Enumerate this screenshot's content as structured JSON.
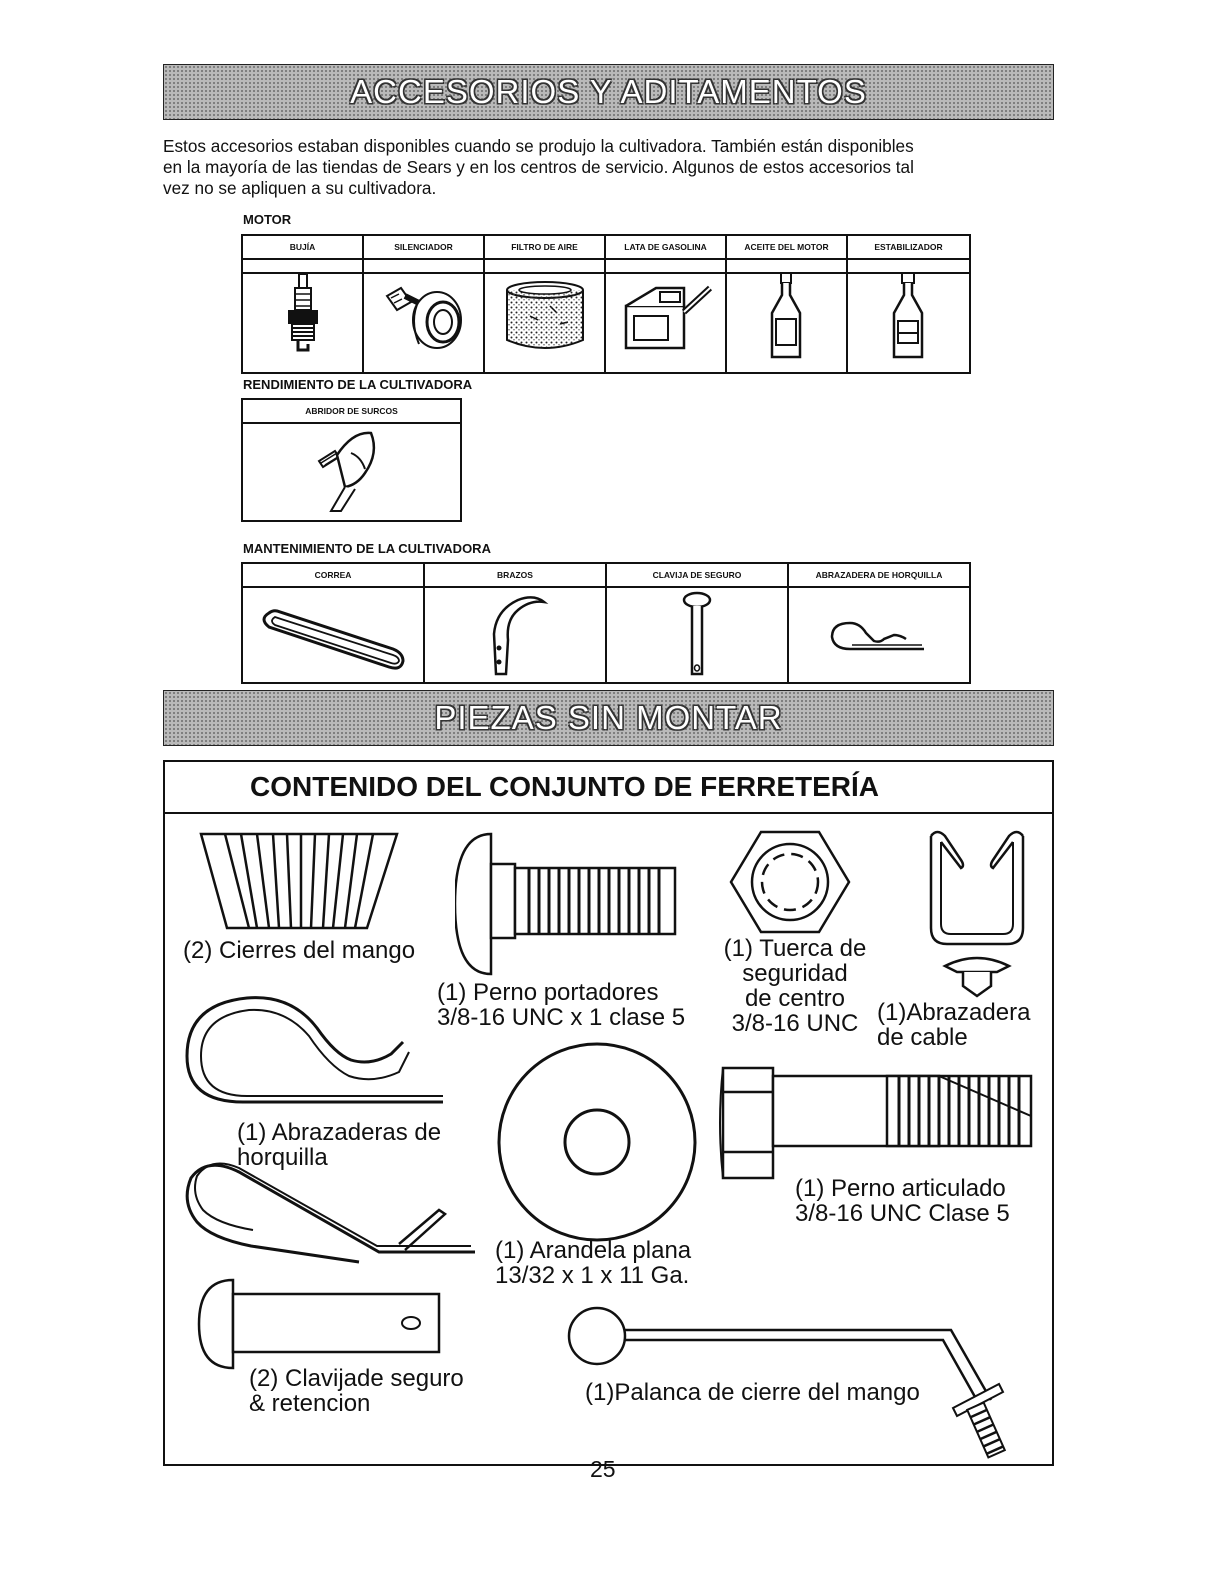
{
  "accessories": {
    "title": "ACCESORIOS Y ADITAMENTOS",
    "intro_lines": [
      "Estos accesorios estaban disponibles cuando se produjo  la cultivadora. También están disponibles",
      "en la mayoría de las tiendas de Sears y en los centros de servicio. Algunos de estos accesorios tal",
      "vez no se apliquen a su cultivadora."
    ],
    "motor": {
      "label": "MOTOR",
      "items": [
        "BUJÍA",
        "SILENCIADOR",
        "FILTRO DE AIRE",
        "LATA DE GASOLINA",
        "ACEITE DEL MOTOR",
        "ESTABILIZADOR"
      ],
      "icons": [
        "spark-plug-icon",
        "muffler-icon",
        "air-filter-icon",
        "gas-can-icon",
        "engine-oil-icon",
        "stabilizer-icon"
      ]
    },
    "performance": {
      "label": "RENDIMIENTO DE LA CULTIVADORA",
      "items": [
        "ABRIDOR DE SURCOS"
      ],
      "icons": [
        "furrower-icon"
      ]
    },
    "maintenance": {
      "label": "MANTENIMIENTO DE LA CULTIVADORA",
      "items": [
        "CORREA",
        "BRAZOS",
        "CLAVIJA DE SEGURO",
        "ABRAZADERA DE HORQUILLA"
      ],
      "icons": [
        "belt-icon",
        "tine-icon",
        "clevis-pin-icon",
        "hairpin-clip-icon"
      ]
    }
  },
  "loose_parts": {
    "title": "PIEZAS SIN MONTAR",
    "box_title": "CONTENIDO DEL CONJUNTO DE FERRETERÍA",
    "items": {
      "handle_locks": [
        "(2) Cierres del mango"
      ],
      "carriage_bolt": [
        "(1) Perno portadores",
        "3/8-16 UNC x 1 clase 5"
      ],
      "center_lock_nut": [
        "(1) Tuerca de",
        "seguridad",
        "de centro",
        "3/8-16 UNC"
      ],
      "cable_clamp": [
        "(1)Abrazadera",
        "de cable"
      ],
      "hairpin_clips": [
        "(1) Abrazaderas de",
        "horquilla"
      ],
      "flat_washer": [
        "(1) Arandela plana",
        "13/32 x 1 x 11 Ga."
      ],
      "shoulder_bolt": [
        "(1) Perno articulado",
        "3/8-16 UNC Clase 5"
      ],
      "clevis_pins": [
        "(2) Clavijade seguro",
        "& retencion"
      ],
      "handle_lever": [
        "(1)Palanca de cierre del mango"
      ]
    }
  },
  "page_number": "25"
}
